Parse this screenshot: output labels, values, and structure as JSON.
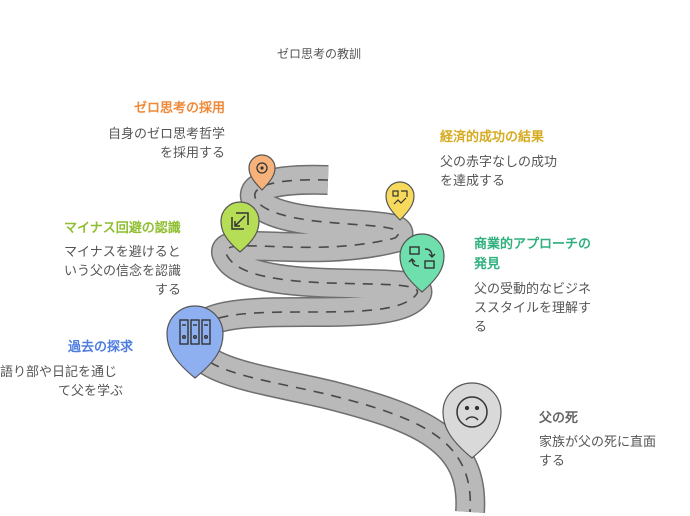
{
  "diagram": {
    "title": "ゼロ思考の教訓",
    "colors": {
      "road": "#b9b9b9",
      "road_edge": "#6f6f6f",
      "road_dash": "#4a4a4a"
    },
    "steps": [
      {
        "heading": "ゼロ思考の採用",
        "description": [
          "自身のゼロ思考哲学",
          "を採用する"
        ],
        "color": "#ef8a3a",
        "pin_fill": "#f6b27a",
        "icon": "badge-icon"
      },
      {
        "heading": "経済的成功の結果",
        "description": [
          "父の赤字なしの成功",
          "を達成する"
        ],
        "color": "#e2b72e",
        "pin_fill": "#f7da5c",
        "icon": "chart-money-icon"
      },
      {
        "heading": "マイナス回避の認識",
        "description": [
          "マイナスを避けると",
          "いう父の信念を認識",
          "する"
        ],
        "color": "#8fbf30",
        "pin_fill": "#b5dd55",
        "icon": "arrow-box-icon"
      },
      {
        "heading": "商業的アプローチの",
        "heading2": "発見",
        "description": [
          "父の受動的なビジネ",
          "ススタイルを理解す",
          "る"
        ],
        "color": "#37c08a",
        "pin_fill": "#6fe0ad",
        "icon": "exchange-icon"
      },
      {
        "heading": "過去の探求",
        "description": [
          "語り部や日記を通じ",
          "て父を学ぶ"
        ],
        "color": "#4f7ce0",
        "pin_fill": "#8eb0f0",
        "icon": "binders-icon"
      },
      {
        "heading": "父の死",
        "description": [
          "家族が父の死に直面",
          "する"
        ],
        "color": "#777777",
        "pin_fill": "#d9d9d9",
        "icon": "sad-face-icon"
      }
    ]
  }
}
